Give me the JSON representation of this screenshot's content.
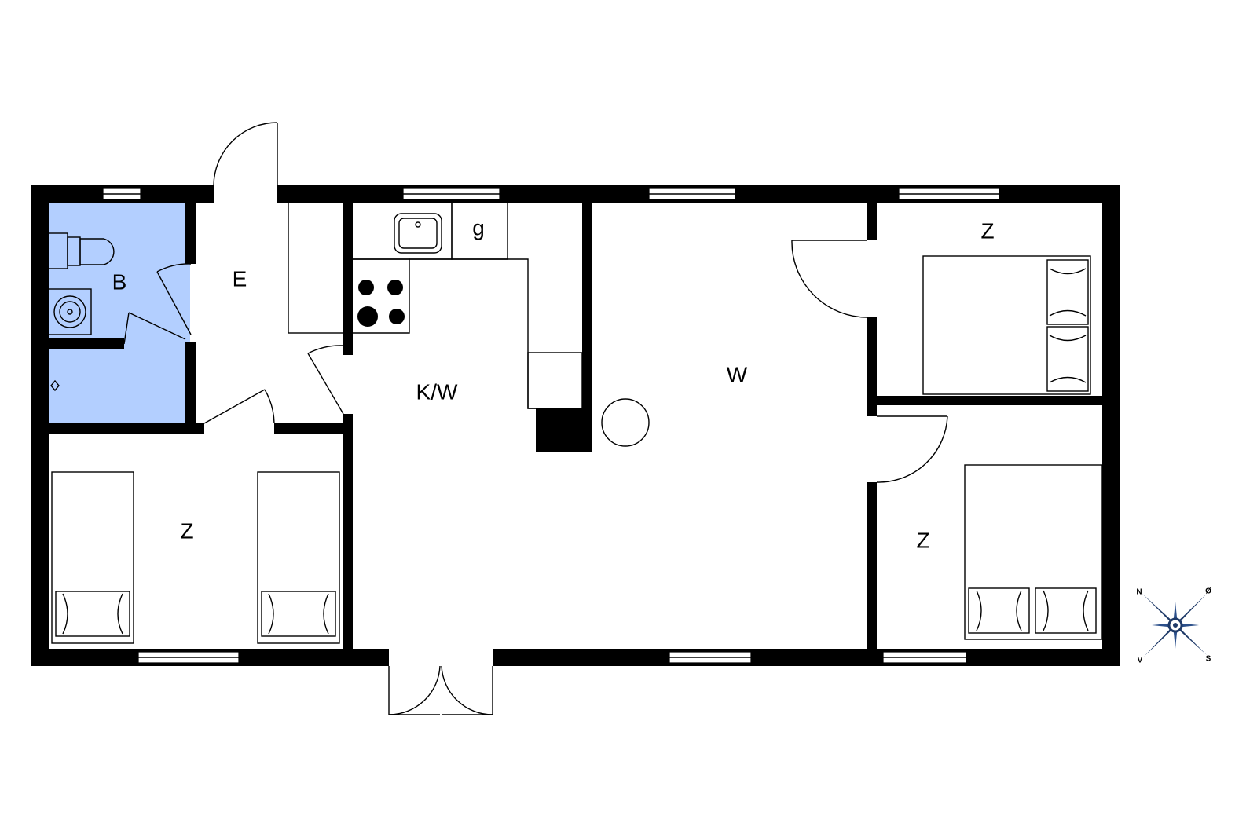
{
  "rooms": {
    "bath": {
      "label": "B",
      "fill": "#b3cfff"
    },
    "entry": {
      "label": "E"
    },
    "kitchen": {
      "label": "K/W",
      "storage_label": "g"
    },
    "living": {
      "label": "W"
    },
    "bedroom_top_right": {
      "label": "Z"
    },
    "bedroom_bottom_right": {
      "label": "Z"
    },
    "bedroom_bottom_left": {
      "label": "Z"
    }
  },
  "compass": {
    "north": "N",
    "east": "Ø",
    "south": "S",
    "west": "V",
    "color": "#1f3a68"
  },
  "colors": {
    "wall": "#000000",
    "background": "#ffffff"
  }
}
